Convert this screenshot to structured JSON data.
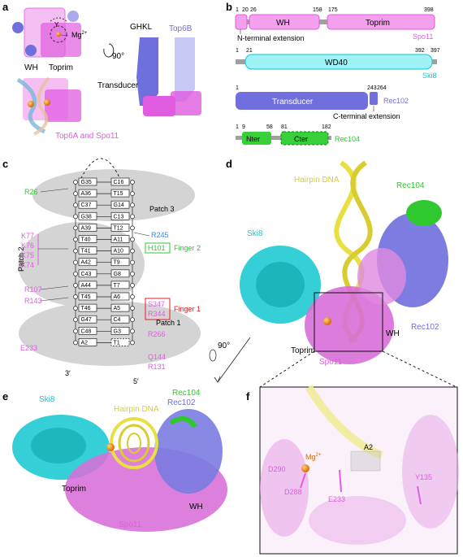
{
  "panel_labels": {
    "a": "a",
    "b": "b",
    "c": "c",
    "d": "d",
    "e": "e",
    "f": "f"
  },
  "colors": {
    "spo11": "#e05ce0",
    "spo11_light": "#f3b4ef",
    "ski8": "#12c8d0",
    "rec102": "#6f6fde",
    "rec104": "#2fc82f",
    "dna": "#e8e040",
    "top6b": "#a8a8f0",
    "finger_red": "#e02020",
    "patch_gray": "#d4d4d4"
  },
  "panel_a": {
    "wh": "WH",
    "toprim": "Toprim",
    "mg": "Mg",
    "mg_sup": "2+",
    "y": "Y",
    "rotation": "90°",
    "ghkl": "GHKL",
    "top6b": "Top6B",
    "transducer": "Transducer",
    "caption": "Top6A and Spo11"
  },
  "panel_b": {
    "spo11": {
      "start": "1",
      "n1": "20",
      "n2": "26",
      "n3": "158",
      "n4": "175",
      "end": "398",
      "wh": "WH",
      "toprim": "Toprim",
      "name": "Spo11",
      "note": "N-terminal extension"
    },
    "ski8": {
      "start": "1",
      "n1": "21",
      "n2": "392",
      "end": "397",
      "domain": "WD40",
      "name": "Ski8"
    },
    "rec102": {
      "start": "1",
      "n1": "243",
      "n2": "264",
      "domain": "Transducer",
      "name": "Rec102",
      "note": "C-terminal extension"
    },
    "rec104": {
      "start": "1",
      "n1": "9",
      "n2": "58",
      "n3": "81",
      "n4": "182",
      "nter": "Nter",
      "cter": "Cter",
      "name": "Rec104"
    }
  },
  "panel_c": {
    "left_strand": [
      "G35",
      "A36",
      "C37",
      "G38",
      "A39",
      "T40",
      "T41",
      "A42",
      "C43",
      "A44",
      "T45",
      "T46",
      "G47",
      "C48",
      "A2"
    ],
    "right_strand": [
      "C16",
      "T15",
      "G14",
      "C13",
      "T12",
      "A11",
      "A10",
      "T9",
      "G8",
      "T7",
      "A6",
      "A5",
      "C4",
      "G3",
      "T1"
    ],
    "residues_left": [
      "R26",
      "K77",
      "K76",
      "K75",
      "K74",
      "R107",
      "R143",
      "E233"
    ],
    "residues_right": [
      "R245",
      "H101",
      "S347",
      "R344",
      "R266",
      "Q144",
      "R131"
    ],
    "finger2": "Finger 2",
    "finger1": "Finger 1",
    "patch1": "Patch 1",
    "patch2": "Patch 2",
    "patch3": "Patch 3",
    "end3": "3′",
    "end5": "5′"
  },
  "panel_d": {
    "hairpin": "Hairpin DNA",
    "rec104": "Rec104",
    "ski8": "Ski8",
    "rec102": "Rec102",
    "wh": "WH",
    "toprim": "Toprim",
    "spo11": "Spo11",
    "rotation": "90°"
  },
  "panel_e": {
    "ski8": "Ski8",
    "hairpin": "Hairpin DNA",
    "rec104": "Rec104",
    "rec102": "Rec102",
    "toprim": "Toprim",
    "wh": "WH",
    "spo11": "Spo11"
  },
  "panel_f": {
    "d290": "D290",
    "mg": "Mg",
    "mg_sup": "2+",
    "a2": "A2",
    "d288": "D288",
    "e233": "E233",
    "y135": "Y135"
  }
}
